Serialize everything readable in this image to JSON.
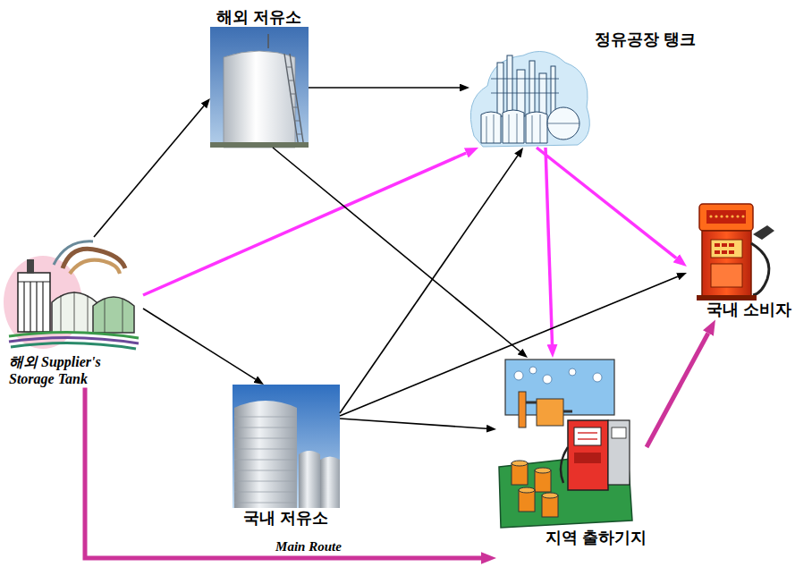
{
  "diagram": {
    "nodes": [
      {
        "text": [
          "해외 저유소"
        ]
      },
      {
        "text": [
          "정유공장 탱크"
        ]
      },
      {
        "text": [
          "국내 소비자"
        ]
      },
      {
        "text": [
          "해외 Supplier's Storage Tank"
        ]
      },
      {
        "text": [
          "국내 저유소"
        ]
      },
      {
        "text": [
          "지역 출하기지"
        ]
      }
    ],
    "edges": [
      {
        "from": 3,
        "to": 0,
        "arrow": "to"
      },
      {
        "from": 3,
        "to": 1,
        "arrow": "to"
      },
      {
        "from": 3,
        "to": 4,
        "arrow": "to"
      },
      {
        "from": 3,
        "to": 5,
        "label": "Main Route",
        "arrow": "to"
      },
      {
        "from": 0,
        "to": 1,
        "arrow": "to"
      },
      {
        "from": 0,
        "to": 5,
        "arrow": "to"
      },
      {
        "from": 1,
        "to": 2,
        "arrow": "to"
      },
      {
        "from": 1,
        "to": 5,
        "arrow": "to"
      },
      {
        "from": 4,
        "to": 1,
        "arrow": "to"
      },
      {
        "from": 4,
        "to": 2,
        "arrow": "to"
      },
      {
        "from": 4,
        "to": 5,
        "arrow": "to"
      },
      {
        "from": 5,
        "to": 2,
        "arrow": "to"
      }
    ]
  }
}
